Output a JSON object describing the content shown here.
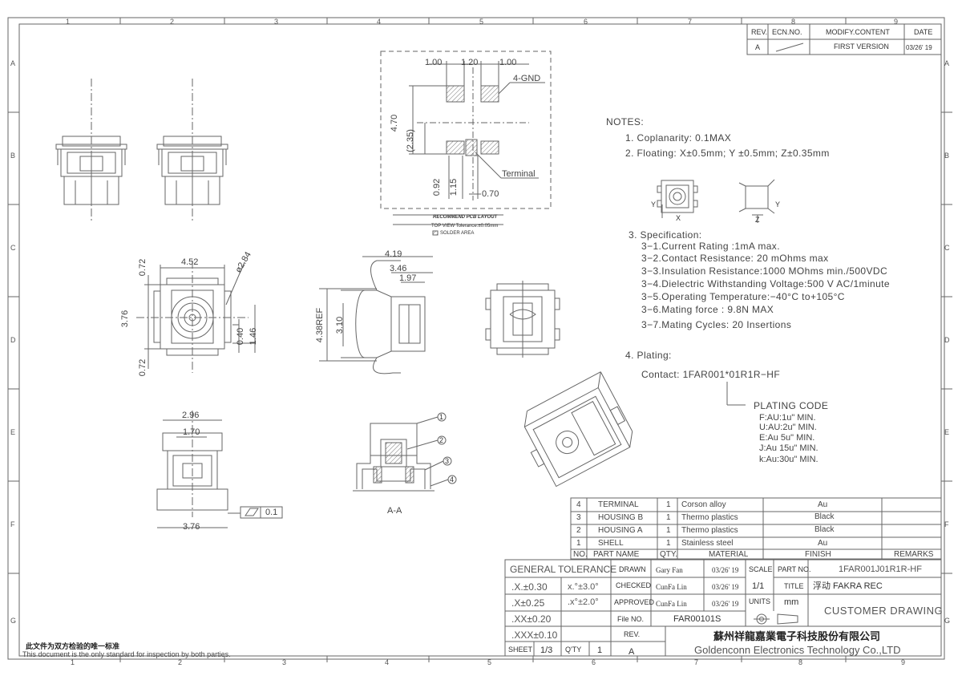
{
  "border": {
    "col_numbers": [
      "1",
      "2",
      "3",
      "4",
      "5",
      "6",
      "7",
      "8",
      "9"
    ],
    "row_letters": [
      "A",
      "B",
      "C",
      "D",
      "E",
      "F",
      "G"
    ]
  },
  "revision": {
    "headers": [
      "REV.",
      "ECN.NO.",
      "MODIFY.CONTENT",
      "DATE"
    ],
    "row": [
      "A",
      "",
      "FIRST VERSION",
      "03/26' 19"
    ]
  },
  "pcb": {
    "dims_top": [
      "1.00",
      "1.20",
      "1.00"
    ],
    "gnd": "4-GND",
    "v470": "4.70",
    "v235": "(2.35)",
    "v092": "0.92",
    "v115": "1.15",
    "h070": "0.70",
    "terminal": "Terminal",
    "caption1": "RECOMMEND PCB LAYOUT",
    "caption2": "TOP VIEW  Tolerance:±0.05mm",
    "caption3": "SOLDER AREA"
  },
  "notes": {
    "heading": "NOTES:",
    "n1": "1. Coplanarity: 0.1MAX",
    "n2": "2. Floating: X±0.5mm; Y ±0.5mm; Z±0.35mm",
    "axes": [
      "Y",
      "X",
      "Y",
      "Z"
    ],
    "n3": "3. Specification:",
    "specs": [
      "3−1.Current Rating :1mA max.",
      "3−2.Contact Resistance: 20 mOhms max",
      "3−3.Insulation Resistance:1000 MOhms min./500VDC",
      "3−4.Dielectric Withstanding Voltage:500 V AC/1minute",
      "3−5.Operating Temperature:−40°C to+105°C",
      "3−6.Mating force : 9.8N MAX",
      "3−7.Mating Cycles: 20 Insertions"
    ],
    "n4": "4. Plating:",
    "contact": "Contact: 1FAR001*01R1R−HF",
    "plating_code": "PLATING CODE",
    "codes": [
      "F:AU:1u\"  MIN.",
      "U:AU:2u\"  MIN.",
      "E:Au  5u\"  MIN.",
      "J:Au  15u\"  MIN.",
      "k:Au:30u\"  MIN."
    ]
  },
  "front_view": {
    "w452": "4.52",
    "d284": "ø2.84",
    "h072a": "0.72",
    "h376": "3.76",
    "h072b": "0.72",
    "h040": "0.40",
    "h146": "1.46"
  },
  "side_view": {
    "w419": "4.19",
    "w346": "3.46",
    "w197": "1.97",
    "h438": "4.38REF",
    "h310": "3.10"
  },
  "bottom_view": {
    "w296": "2.96",
    "w170": "1.70",
    "w376": "3.76",
    "flat": "0.1"
  },
  "section": {
    "label": "A-A",
    "balloons": [
      "1",
      "2",
      "3",
      "4"
    ]
  },
  "bom": {
    "rows": [
      [
        "4",
        "TERMINAL",
        "1",
        "Corson   alloy",
        "Au",
        ""
      ],
      [
        "3",
        "HOUSING B",
        "1",
        "Thermo  plastics",
        "Black",
        ""
      ],
      [
        "2",
        "HOUSING A",
        "1",
        "Thermo  plastics",
        "Black",
        ""
      ],
      [
        "1",
        "SHELL",
        "1",
        "Stainless steel",
        "Au",
        ""
      ]
    ],
    "header": [
      "NO.",
      "PART NAME",
      "QTY.",
      "MATERIAL",
      "FINISH",
      "REMARKS"
    ]
  },
  "title_block": {
    "gen_tol": "GENERAL TOLERANCE",
    "tol": [
      ".X.±0.30",
      ".X±0.25",
      ".XX±0.20",
      ".XXX±0.10"
    ],
    "ang": [
      "x.°±3.0°",
      ".x°±2.0°"
    ],
    "drawn_l": "DRAWN",
    "drawn_n": "Gary Fan",
    "drawn_d": "03/26' 19",
    "checked_l": "CHECKED",
    "checked_n": "CunFa Lin",
    "checked_d": "03/26' 19",
    "approved_l": "APPROVED",
    "approved_n": "CunFa Lin",
    "approved_d": "03/26' 19",
    "scale_l": "SCALE",
    "scale_v": "1/1",
    "units_l": "UNITS",
    "units_v": "mm",
    "partno_l": "PART NO.",
    "partno_v": "1FAR001J01R1R-HF",
    "title_l": "TITLE",
    "title_v": "浮动 FAKRA REC",
    "file_l": "File NO.",
    "file_v": "FAR00101S",
    "rev_l": "REV.",
    "rev_v": "A",
    "customer": "CUSTOMER DRAWING",
    "company_cn": "蘇州祥龍嘉業電子科技股份有限公司",
    "company_en": "Goldenconn  Electronics  Technology  Co.,LTD",
    "sheet_l": "SHEET",
    "sheet_v": "1/3",
    "qty_l": "Q'TY",
    "qty_v": "1",
    "rev2_v": "A"
  },
  "footer": {
    "cn": "此文件为双方检验的唯一标准",
    "en": "This  document  is  the  only  standard  for  inspection  by  both  parties."
  }
}
